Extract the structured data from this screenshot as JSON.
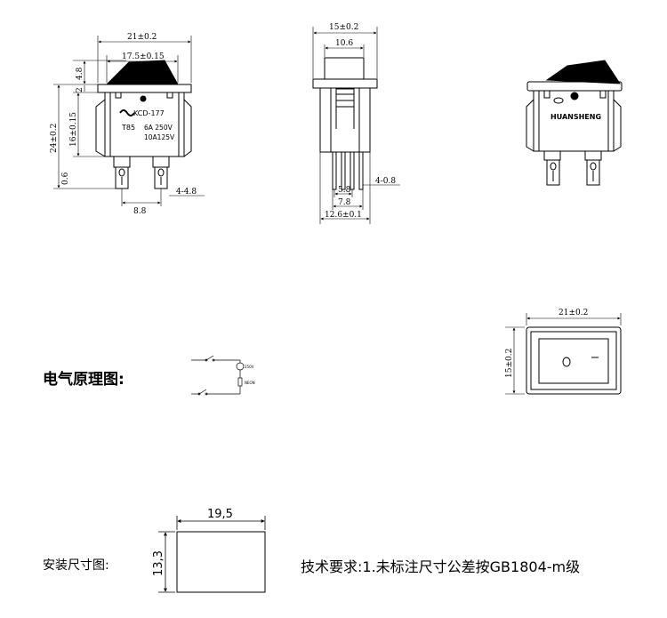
{
  "front_view": {
    "width_dim": "21±0.2",
    "rocker_dim": "17.5±0.15",
    "rocker_height_dim": "4.8",
    "flange_dim": "2",
    "total_height_dim": "24±0.2",
    "body_height_dim": "16±0.15",
    "gap_dim": "0.6",
    "terminal_pitch_dim": "8.8",
    "terminal_width_dim": "4-4.8",
    "brand_mark": "KCD-177",
    "code": "T85",
    "rating_1": "6A 250V",
    "rating_2": "10A125V"
  },
  "side_view": {
    "width_dim": "15±0.2",
    "body_dim": "10.6",
    "pin_dim_1": "5.8",
    "pin_dim_2": "7.8",
    "pin_dim_3": "12.6±0.1",
    "pin_thickness_dim": "4-0.8"
  },
  "iso_view": {
    "brand": "HUANSHENG"
  },
  "top_view": {
    "width_dim": "21±0.2",
    "height_dim": "15±0.2"
  },
  "schematic": {
    "label": "电气原理图:",
    "lamp_text_1": "250V",
    "lamp_text_2": "NEON"
  },
  "mounting": {
    "label": "安装尺寸图:",
    "width_dim": "19,5",
    "height_dim": "13,3"
  },
  "tech_requirements": "技术要求:1.未标注尺寸公差按GB1804-m级"
}
